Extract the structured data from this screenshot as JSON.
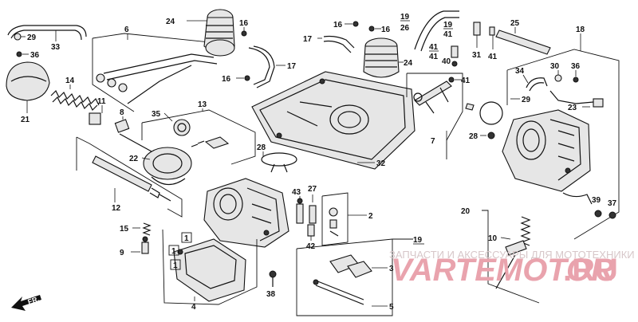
{
  "callouts": {
    "c29a": "29",
    "c33": "33",
    "c36a": "36",
    "c21": "21",
    "c14": "14",
    "c6": "6",
    "c24a": "24",
    "c16a": "16",
    "c16b": "16",
    "c16c": "16",
    "c16d": "16",
    "c17a": "17",
    "c17b": "17",
    "c11": "11",
    "c8": "8",
    "c35": "35",
    "c13": "13",
    "c22": "22",
    "c12": "12",
    "c28a": "28",
    "c32": "32",
    "c19a": "19",
    "c26": "26",
    "c19b": "19",
    "c41a": "41",
    "c41b": "41",
    "c41c": "41",
    "c41d": "41",
    "c24b": "24",
    "c40": "40",
    "c31": "31",
    "c25": "25",
    "c18": "18",
    "c34": "34",
    "c30": "30",
    "c36b": "36",
    "c29b": "29",
    "c23": "23",
    "c7": "7",
    "c28b": "28",
    "c43": "43",
    "c27": "27",
    "c2": "2",
    "c42": "42",
    "c15": "15",
    "c9": "9",
    "c1a": "1",
    "c1b": "1",
    "c1c": "1",
    "c4": "4",
    "c38": "38",
    "c19c": "19",
    "c3": "3",
    "c5": "5",
    "c20": "20",
    "c10": "10",
    "c39": "39",
    "c37": "37"
  },
  "direction_arrow": "FR.",
  "watermark": {
    "prefix": "ЗАПЧАСТИ И АКСЕССУАРЫ ДЛЯ МОТОТЕХНИКИ",
    "main": "VARTEMOTOR",
    "domain": ".RU"
  }
}
